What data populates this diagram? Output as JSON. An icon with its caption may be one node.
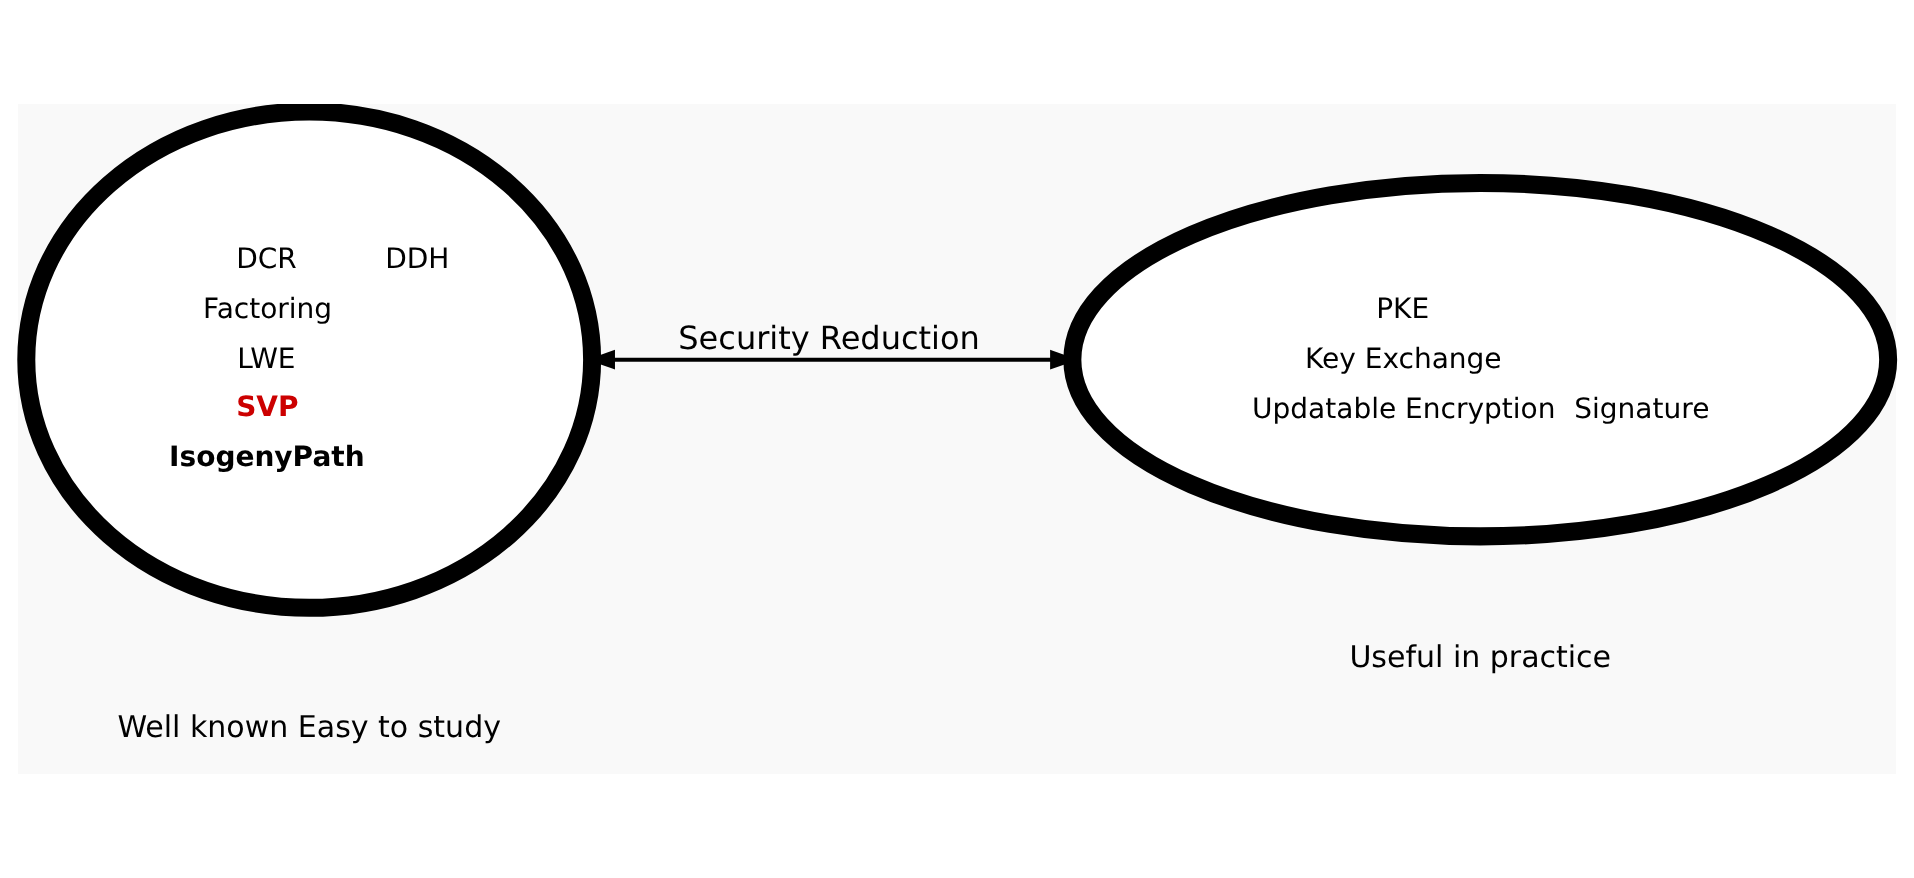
{
  "diagram": {
    "nodes": [
      {
        "text": [
          "DCR",
          "DDH",
          "Factoring",
          "LWE",
          "SVP",
          "IsogenyPath"
        ],
        "beside": [
          "Well known Easy to study"
        ]
      },
      {
        "text": [
          "PKE",
          "Key Exchange",
          "Updatable Encryption",
          "Signature"
        ],
        "beside": [
          "Useful in practice"
        ]
      }
    ],
    "edges": [
      {
        "from": 0,
        "to": 1,
        "arrow": "both",
        "label": "Security Reduction"
      }
    ]
  }
}
